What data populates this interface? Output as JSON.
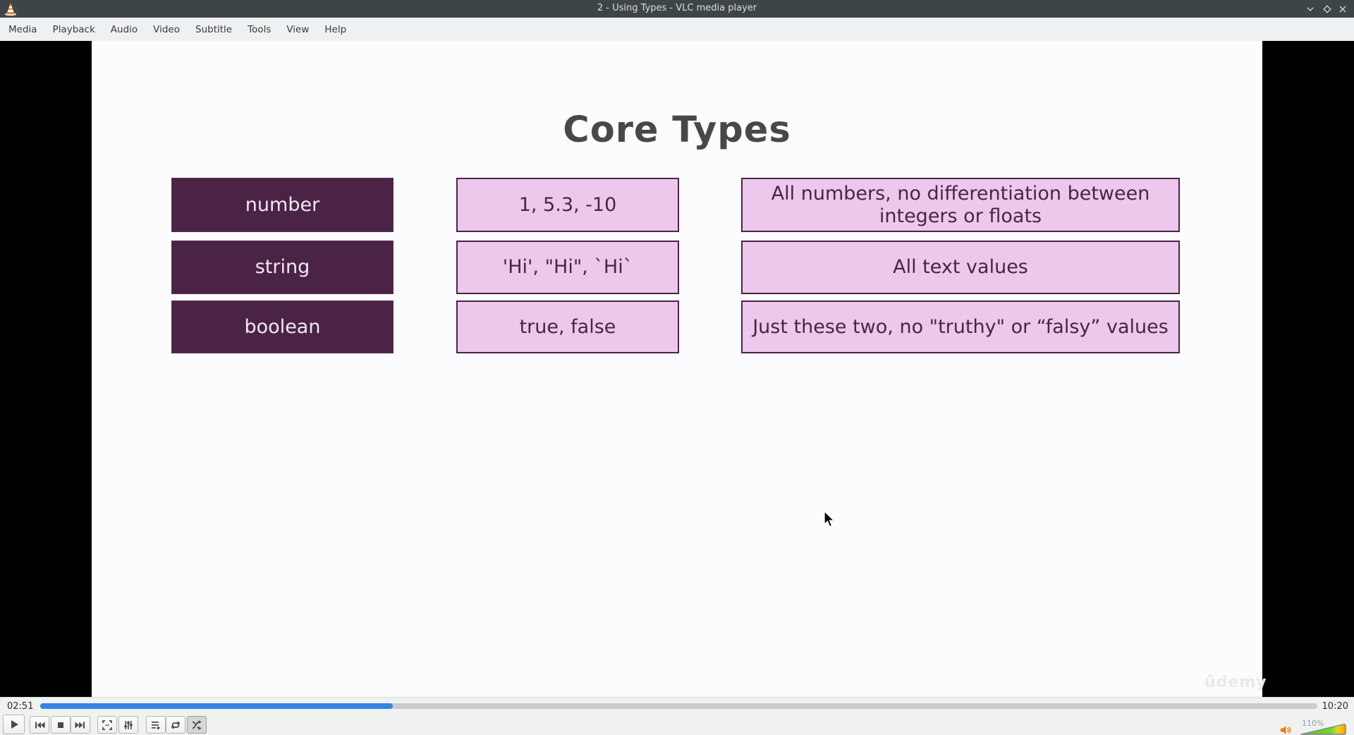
{
  "window": {
    "title": "2 - Using Types - VLC media player",
    "app_icon": "vlc-cone-icon",
    "controls": {
      "minimize": "chevron-down",
      "maximize": "diamond",
      "close": "x"
    }
  },
  "menu_bar": {
    "items": [
      "Media",
      "Playback",
      "Audio",
      "Video",
      "Subtitle",
      "Tools",
      "View",
      "Help"
    ]
  },
  "slide": {
    "title": "Core Types",
    "watermark": "ûdemy",
    "table": {
      "rows": [
        {
          "type": "number",
          "examples": "1, 5.3, -10",
          "description": "All numbers, no differentiation between integers or floats"
        },
        {
          "type": "string",
          "examples": "'Hi', \"Hi\", `Hi`",
          "description": "All text values"
        },
        {
          "type": "boolean",
          "examples": "true, false",
          "description": "Just these two, no \"truthy\" or “falsy” values"
        }
      ]
    },
    "colors": {
      "dark_purple": "#4b2347",
      "light_pink": "#ecc9ec",
      "title_gray": "#484848"
    }
  },
  "player": {
    "time_elapsed": "02:51",
    "time_total": "10:20",
    "progress_percent": 27.6,
    "volume": {
      "percent_label": "110%"
    },
    "buttons": [
      "play",
      "previous",
      "stop",
      "next",
      "fullscreen",
      "extended-settings",
      "playlist",
      "loop",
      "random"
    ],
    "colors": {
      "seek_fill": "#3584e4",
      "volume_icon": "#f57900"
    }
  }
}
